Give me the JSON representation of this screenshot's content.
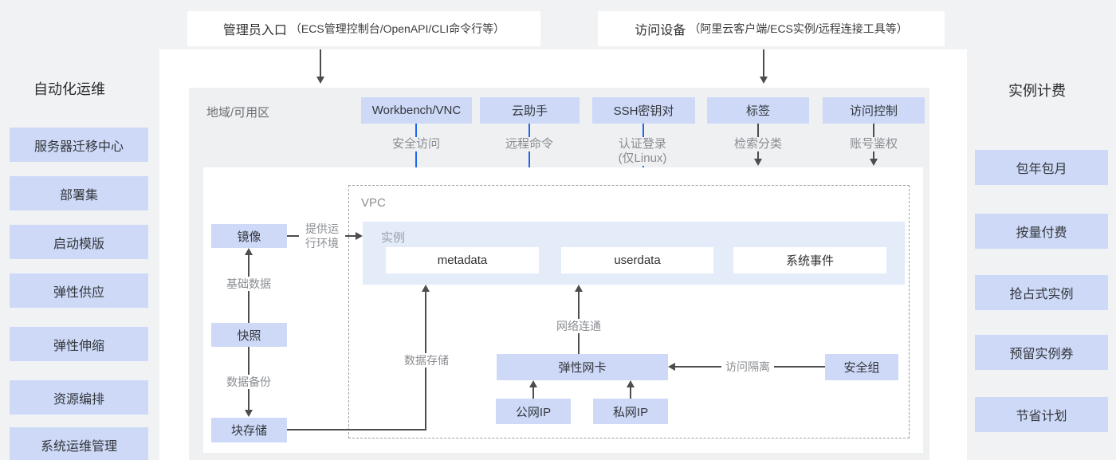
{
  "colors": {
    "node_blue": "#cdd9f7",
    "instance_bg": "#e4ebf9",
    "panel_gray": "#f1f2f4",
    "container_gray": "#eef0f2",
    "arrow_dark": "#4d4d4d",
    "arrow_blue": "#1e66f0"
  },
  "top": {
    "admin_title": "管理员入口",
    "admin_detail": "（ECS管理控制台/OpenAPI/CLI命令行等）",
    "device_title": "访问设备",
    "device_detail": "（阿里云客户端/ECS实例/远程连接工具等）"
  },
  "left_panel": {
    "title": "自动化运维",
    "items": [
      "服务器迁移中心",
      "部署集",
      "启动模版",
      "弹性供应",
      "弹性伸缩",
      "资源编排",
      "系统运维管理"
    ]
  },
  "right_panel": {
    "title": "实例计费",
    "items": [
      "包年包月",
      "按量付费",
      "抢占式实例",
      "预留实例券",
      "节省计划"
    ]
  },
  "region": {
    "label": "地域/可用区"
  },
  "tools": {
    "workbench": {
      "label": "Workbench/VNC",
      "sub": "安全访问"
    },
    "assistant": {
      "label": "云助手",
      "sub": "远程命令"
    },
    "ssh": {
      "label": "SSH密钥对",
      "sub": "认证登录",
      "sub2": "(仅Linux)"
    },
    "tag": {
      "label": "标签",
      "sub": "检索分类"
    },
    "ram": {
      "label": "访问控制",
      "sub": "账号鉴权"
    }
  },
  "vpc": {
    "label": "VPC"
  },
  "instance": {
    "label": "实例",
    "metadata": "metadata",
    "userdata": "userdata",
    "system_event": "系统事件"
  },
  "storage": {
    "image": "镜像",
    "snapshot": "快照",
    "block_storage": "块存储"
  },
  "network": {
    "eni": "弹性网卡",
    "public_ip": "公网IP",
    "private_ip": "私网IP",
    "security_group": "安全组"
  },
  "edges": {
    "provide_l1": "提供运",
    "provide_l2": "行环境",
    "base_data": "基础数据",
    "data_backup": "数据备份",
    "data_storage": "数据存储",
    "network_connect": "网络连通",
    "access_isolation": "访问隔离"
  }
}
